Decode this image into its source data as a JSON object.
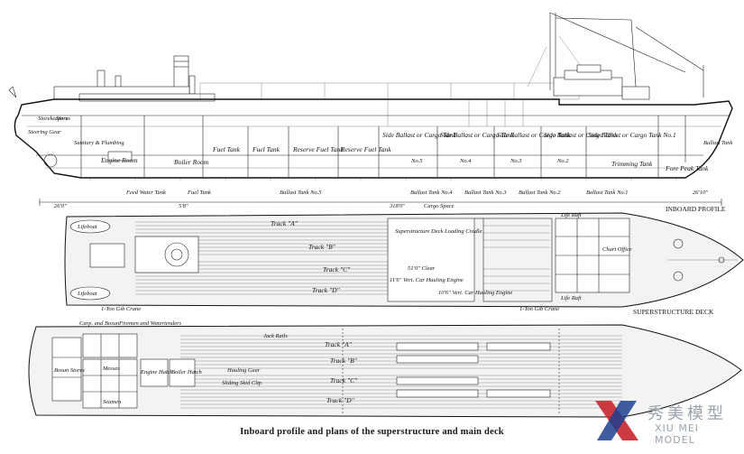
{
  "caption": "Inboard profile and plans of the superstructure and main deck",
  "watermark": {
    "chinese": "秀美模型",
    "english": "XIU MEI MODEL",
    "colors": {
      "red": "#c8262c",
      "blue": "#1d3f8f",
      "grey": "#9aa3ad"
    }
  },
  "views": {
    "profile": "INBOARD PROFILE",
    "superstructure": "SUPERSTRUCTURE DECK"
  },
  "profile_labels": {
    "steering": "Steering Gear",
    "storekeeper": "Storekeepers",
    "stores": "Stores",
    "sanitary": "Sanitary & Plumbing",
    "engine_room": "Engine Room",
    "boiler_room": "Boiler Room",
    "fuel_tank_1": "Fuel Tank",
    "fuel_tank_2": "Fuel Tank",
    "reserve_1": "Reserve Fuel Tank",
    "reserve_2": "Reserve Fuel Tank",
    "ballast_cargo_1": "Side Ballast or Cargo Tank",
    "ballast_cargo_2": "Side Ballast or Cargo Tank",
    "ballast_cargo_3": "Side Ballast or Cargo Tank",
    "ballast_cargo_4": "Side Ballast or Cargo Tank",
    "ballast_cargo_5": "Side Ballast or Cargo Tank No.1",
    "no5": "No.5",
    "no4": "No.4",
    "no3": "No.3",
    "no2": "No.2",
    "trimming": "Trimming Tank",
    "fore_peak": "Fore Peak Tank",
    "ballast_tank": "Ballast Tank",
    "feed_water": "Feed Water Tank",
    "fuel": "Fuel Tank",
    "ballast_5": "Ballast Tank No.5",
    "ballast_4": "Ballast Tank No.4",
    "ballast_3": "Ballast Tank No.3",
    "ballast_2": "Ballast Tank No.2",
    "ballast_1": "Ballast Tank No.1",
    "cargo_space": "Cargo Space",
    "dim_aft": "26'0\"",
    "dim_fwd": "26'10\"",
    "dim_mid": "5'8\"",
    "dim_space": "318'0\""
  },
  "super_labels": {
    "track_a": "Track \"A\"",
    "track_b": "Track \"B\"",
    "track_c": "Track \"C\"",
    "track_d": "Track \"D\"",
    "loading": "Superstructure Deck Loading Cradle",
    "clear": "51'0\" Clear",
    "vert_1": "11'6\" Vert. Car Hauling Engine",
    "vert_2": "10'6\" Vert. Car Hauling Engine",
    "boat_1": "Lifeboat",
    "boat_2": "Lifeboat",
    "life_raft_1": "Life Raft",
    "life_raft_2": "Life Raft",
    "crane": "1-Ton Gib Crane",
    "crane_2": "1-Ton Gib Crane",
    "office": "Chart Office"
  },
  "main_labels": {
    "carp": "Carp. and Bosun",
    "firemen": "Firemen and Watertenders",
    "bosun": "Bosun Stores",
    "engine_hatch": "Engine Hatch",
    "boiler_hatch": "Boiler Hatch",
    "messes": "Messes",
    "seamen": "Seamen",
    "jack_rails": "Jack Rails",
    "hauling_gear": "Hauling Gear",
    "sliding_skid": "Sliding Skid Clip",
    "track_a": "Track \"A\"",
    "track_b": "Track \"B\"",
    "track_c": "Track \"C\"",
    "track_d": "Track \"D\""
  }
}
